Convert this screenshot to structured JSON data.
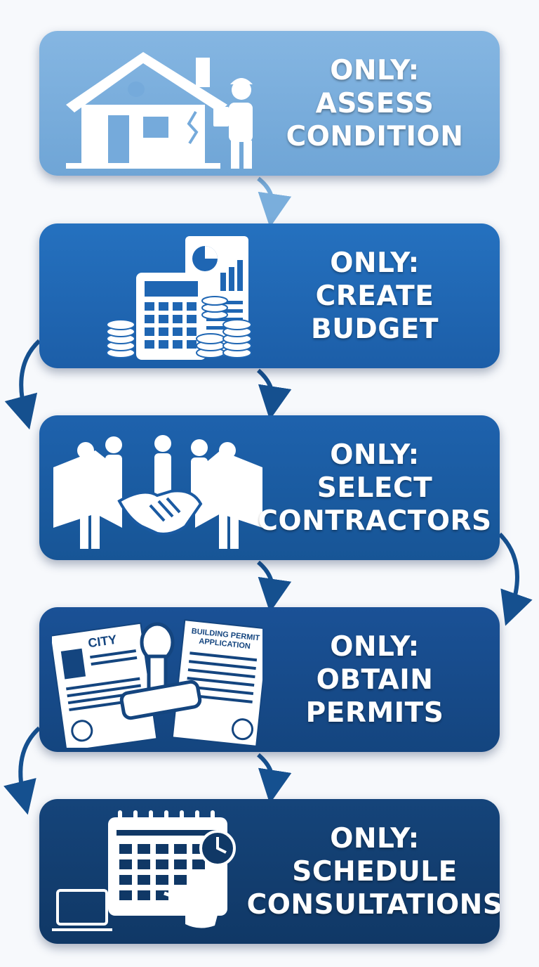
{
  "colors": {
    "step1": "#7aaedc",
    "step2": "#1f66b3",
    "step3": "#1a5aa2",
    "step4": "#174b88",
    "step5": "#123e70",
    "arrow_light": "#7aaedc",
    "arrow_dark": "#15508f"
  },
  "steps": [
    {
      "prefix": "ONLY:",
      "line1": "ASSESS",
      "line2": "CONDITION",
      "icon": "house-inspector-icon"
    },
    {
      "prefix": "ONLY:",
      "line1": "CREATE",
      "line2": "BUDGET",
      "icon": "calculator-coins-report-icon"
    },
    {
      "prefix": "ONLY:",
      "line1": "SELECT",
      "line2": "CONTRACTORS",
      "icon": "contractors-handshake-icon"
    },
    {
      "prefix": "ONLY:",
      "line1": "OBTAIN",
      "line2": "PERMITS",
      "icon": "permit-stamp-documents-icon"
    },
    {
      "prefix": "ONLY:",
      "line1": "SCHEDULE",
      "line2": "CONSULTATIONS",
      "icon": "calendar-clock-laptop-icon"
    }
  ],
  "permit_doc": {
    "title_left": "CITY",
    "title_right_1": "BUILDING PERMIT",
    "title_right_2": "APPLICATION"
  }
}
